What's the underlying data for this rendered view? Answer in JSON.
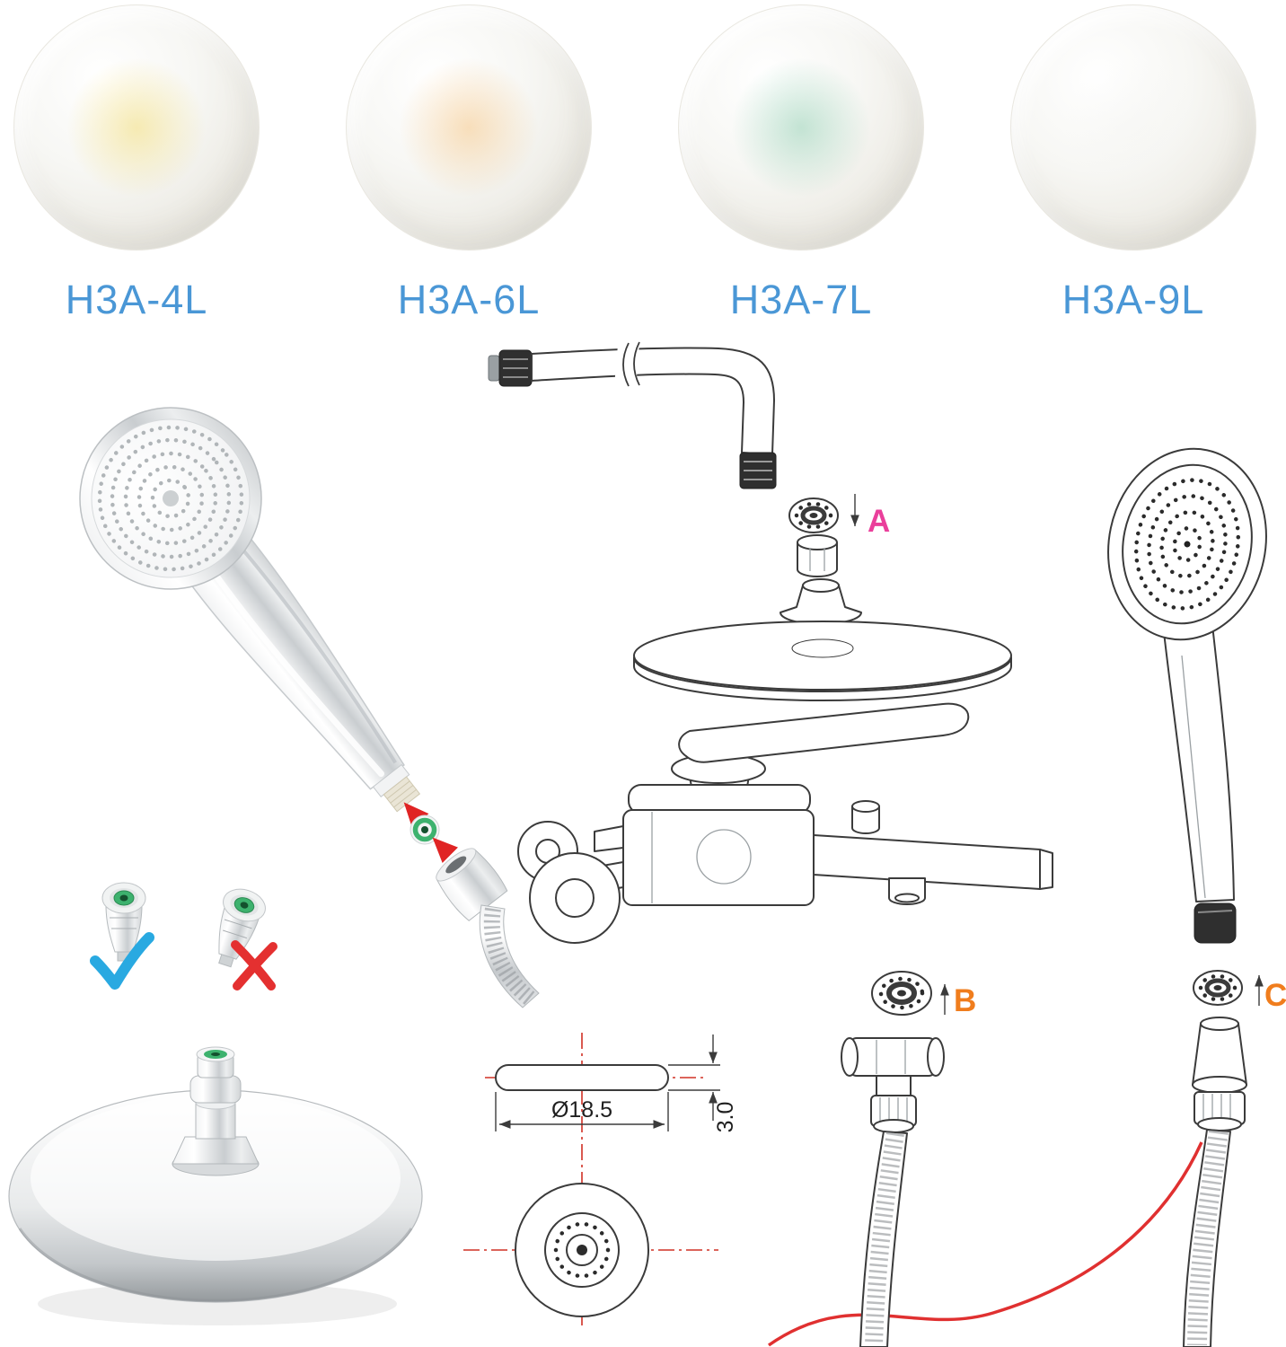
{
  "models_row": {
    "label_color": "#4a97d6",
    "items": [
      {
        "label": "H3A-4L",
        "body_color": "#edc91f",
        "ring_color": "#1d1c18",
        "hub_color": "#edc91f"
      },
      {
        "label": "H3A-6L",
        "body_color": "#f2a338",
        "ring_color": "#1d1c18",
        "hub_color": "#f0a030"
      },
      {
        "label": "H3A-7L",
        "body_color": "#4eb385",
        "ring_color": "#1d1c18",
        "hub_color": "#45ab7c"
      },
      {
        "label": "H3A-9L",
        "body_color": "#f3f3f0",
        "ring_color": "#2b2b28",
        "hub_color": "#f6f6f4"
      }
    ]
  },
  "callouts": {
    "a": {
      "label": "A",
      "color": "#ea3f9b"
    },
    "b": {
      "label": "B",
      "color": "#f07d1d"
    },
    "c": {
      "label": "C",
      "color": "#f07d1d"
    }
  },
  "dimension_drawing": {
    "diameter_label": "Ø18.5",
    "thickness_label": "3.0",
    "centerline_color": "#d03025"
  },
  "marks": {
    "check_color": "#29a9e1",
    "cross_color": "#e43030"
  },
  "theme": {
    "hose_red": "#e03030",
    "arrow_red": "#e02424",
    "restrictor_green": "#3db26e"
  }
}
